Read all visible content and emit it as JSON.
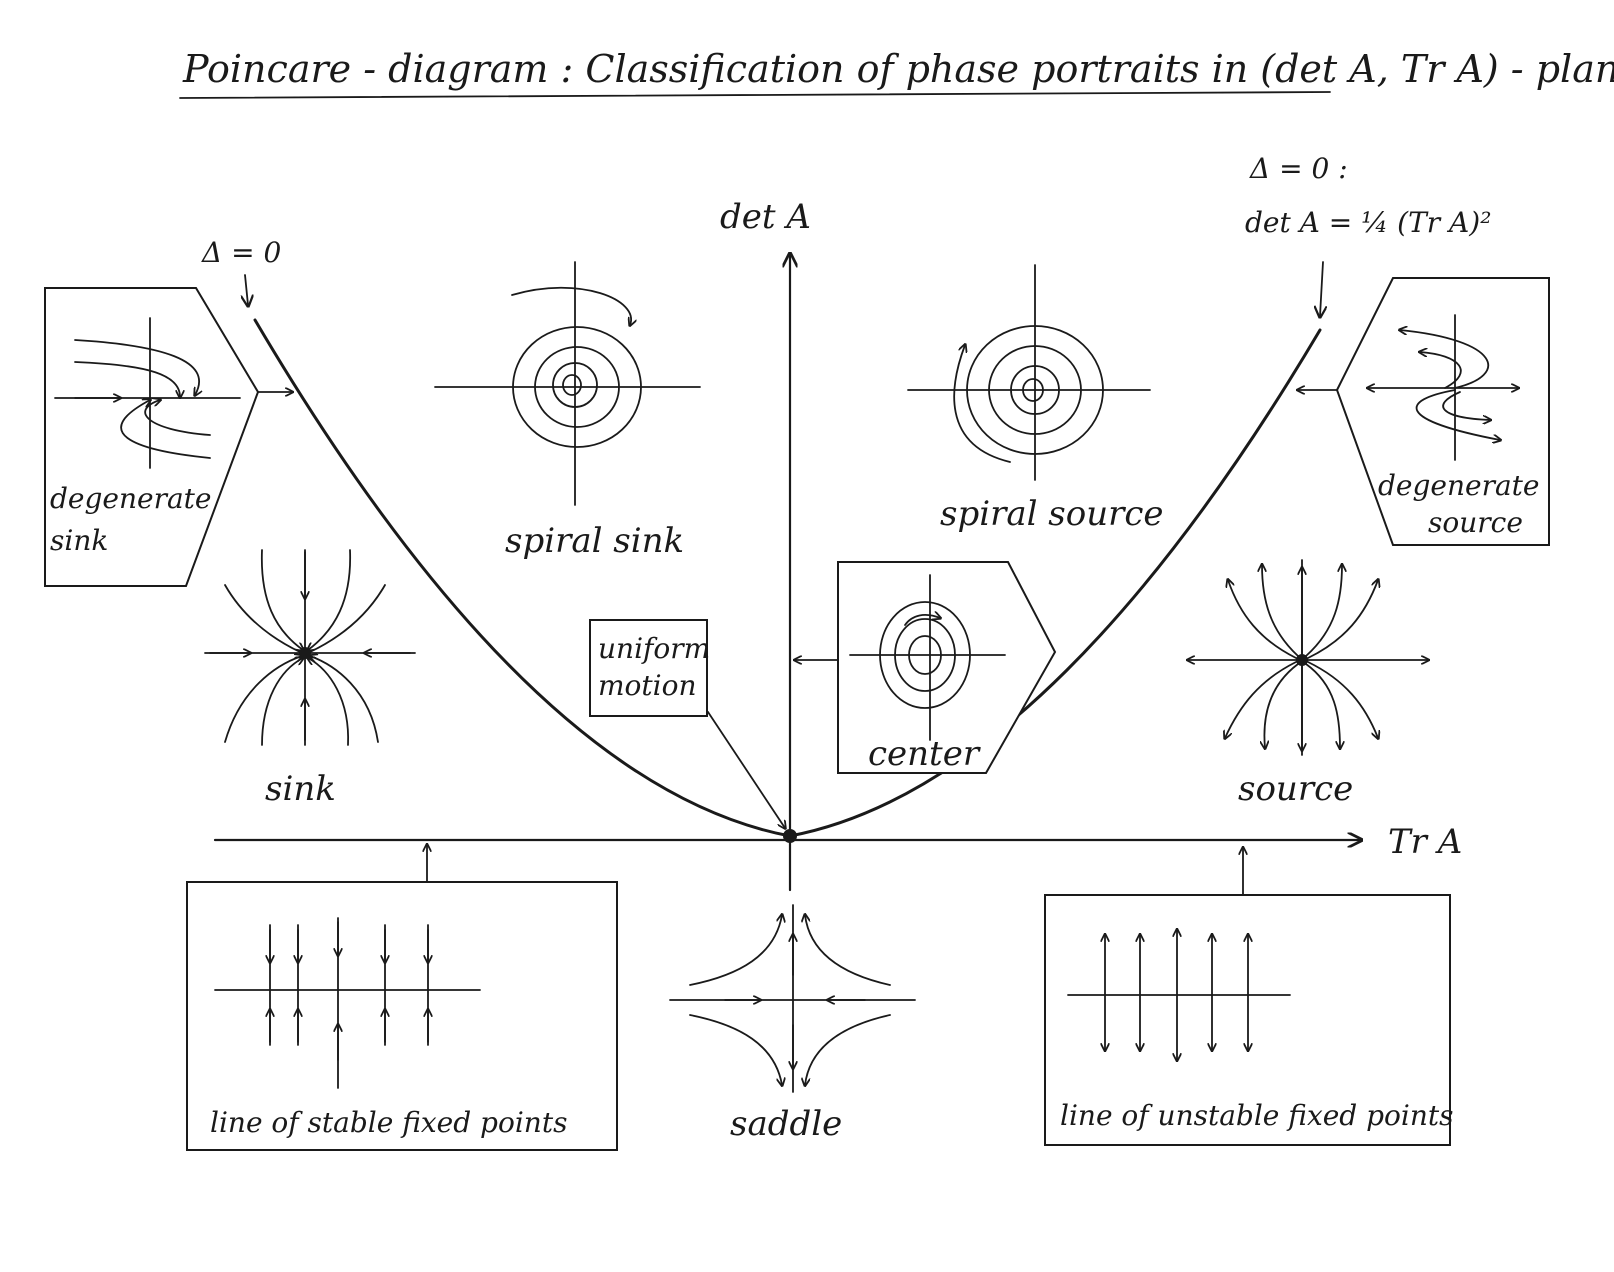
{
  "title": "Poincare - diagram : Classification of phase portraits in (det A, Tr A) - plane",
  "axes": {
    "x_label": "Tr A",
    "y_label": "det A"
  },
  "parabola": {
    "left_label": "Δ = 0",
    "right_label": "Δ = 0 :",
    "right_equation": "det A = ¼ (Tr A)²"
  },
  "portraits": {
    "degenerate_sink": {
      "label_line1": "degenerate",
      "label_line2": "sink",
      "icon": "degenerate-node-icon"
    },
    "spiral_sink": {
      "label": "spiral sink",
      "icon": "spiral-icon"
    },
    "spiral_source": {
      "label": "spiral source",
      "icon": "spiral-icon"
    },
    "degenerate_source": {
      "label_line1": "degenerate",
      "label_line2": "source",
      "icon": "degenerate-node-icon"
    },
    "sink": {
      "label": "sink",
      "icon": "node-icon"
    },
    "source": {
      "label": "source",
      "icon": "node-icon"
    },
    "center": {
      "label": "center",
      "icon": "center-icon"
    },
    "uniform_motion": {
      "label_line1": "uniform",
      "label_line2": "motion"
    },
    "saddle": {
      "label": "saddle",
      "icon": "saddle-icon"
    },
    "line_stable": {
      "label": "line of stable fixed points",
      "icon": "line-of-fixed-points-icon"
    },
    "line_unstable": {
      "label": "line of unstable fixed points",
      "icon": "line-of-fixed-points-icon"
    }
  },
  "colors": {
    "ink": "#1a1a1a",
    "paper": "#ffffff"
  }
}
